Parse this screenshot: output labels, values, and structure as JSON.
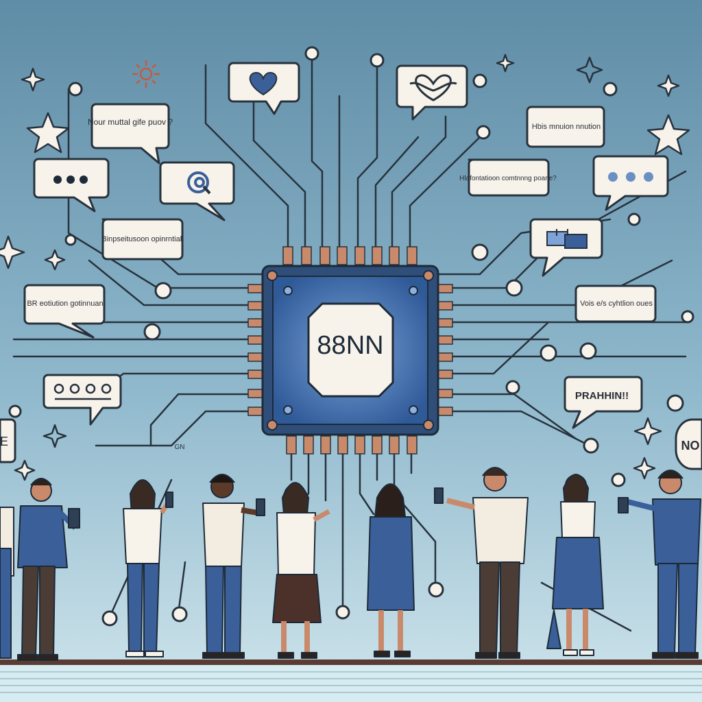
{
  "chip": {
    "label": "88NN"
  },
  "bubbles": {
    "top_left": "Nour muttal gife puov ?",
    "mid_left": "Binpseitusoon opinrntiall",
    "low_left": "BR eotiution gotinnuan",
    "top_right": "Hbis mnuion nnution",
    "mid_right_upper": "Hlafontatioon comtnnng poarle?",
    "mid_right_lower": "Vois e/s cyhtlion oues",
    "right_exclaim": "PRAHHIN!!",
    "far_right": "NO",
    "far_left": "E",
    "small_note": "GN"
  },
  "icons": [
    "heart-icon",
    "hug-heart-icon",
    "at-sign-icon",
    "ellipsis-icon",
    "chat-bubbles-icon",
    "star-icon",
    "sparkle-icon"
  ],
  "colors": {
    "sky_top": "#6f9bb4",
    "sky_bottom": "#c9e2ea",
    "chip_blue": "#3f6fb0",
    "chip_frame": "#2f4f7a",
    "line": "#27323d",
    "bubble_fill": "#f7f2ea",
    "accent_blue": "#3a5f99"
  }
}
